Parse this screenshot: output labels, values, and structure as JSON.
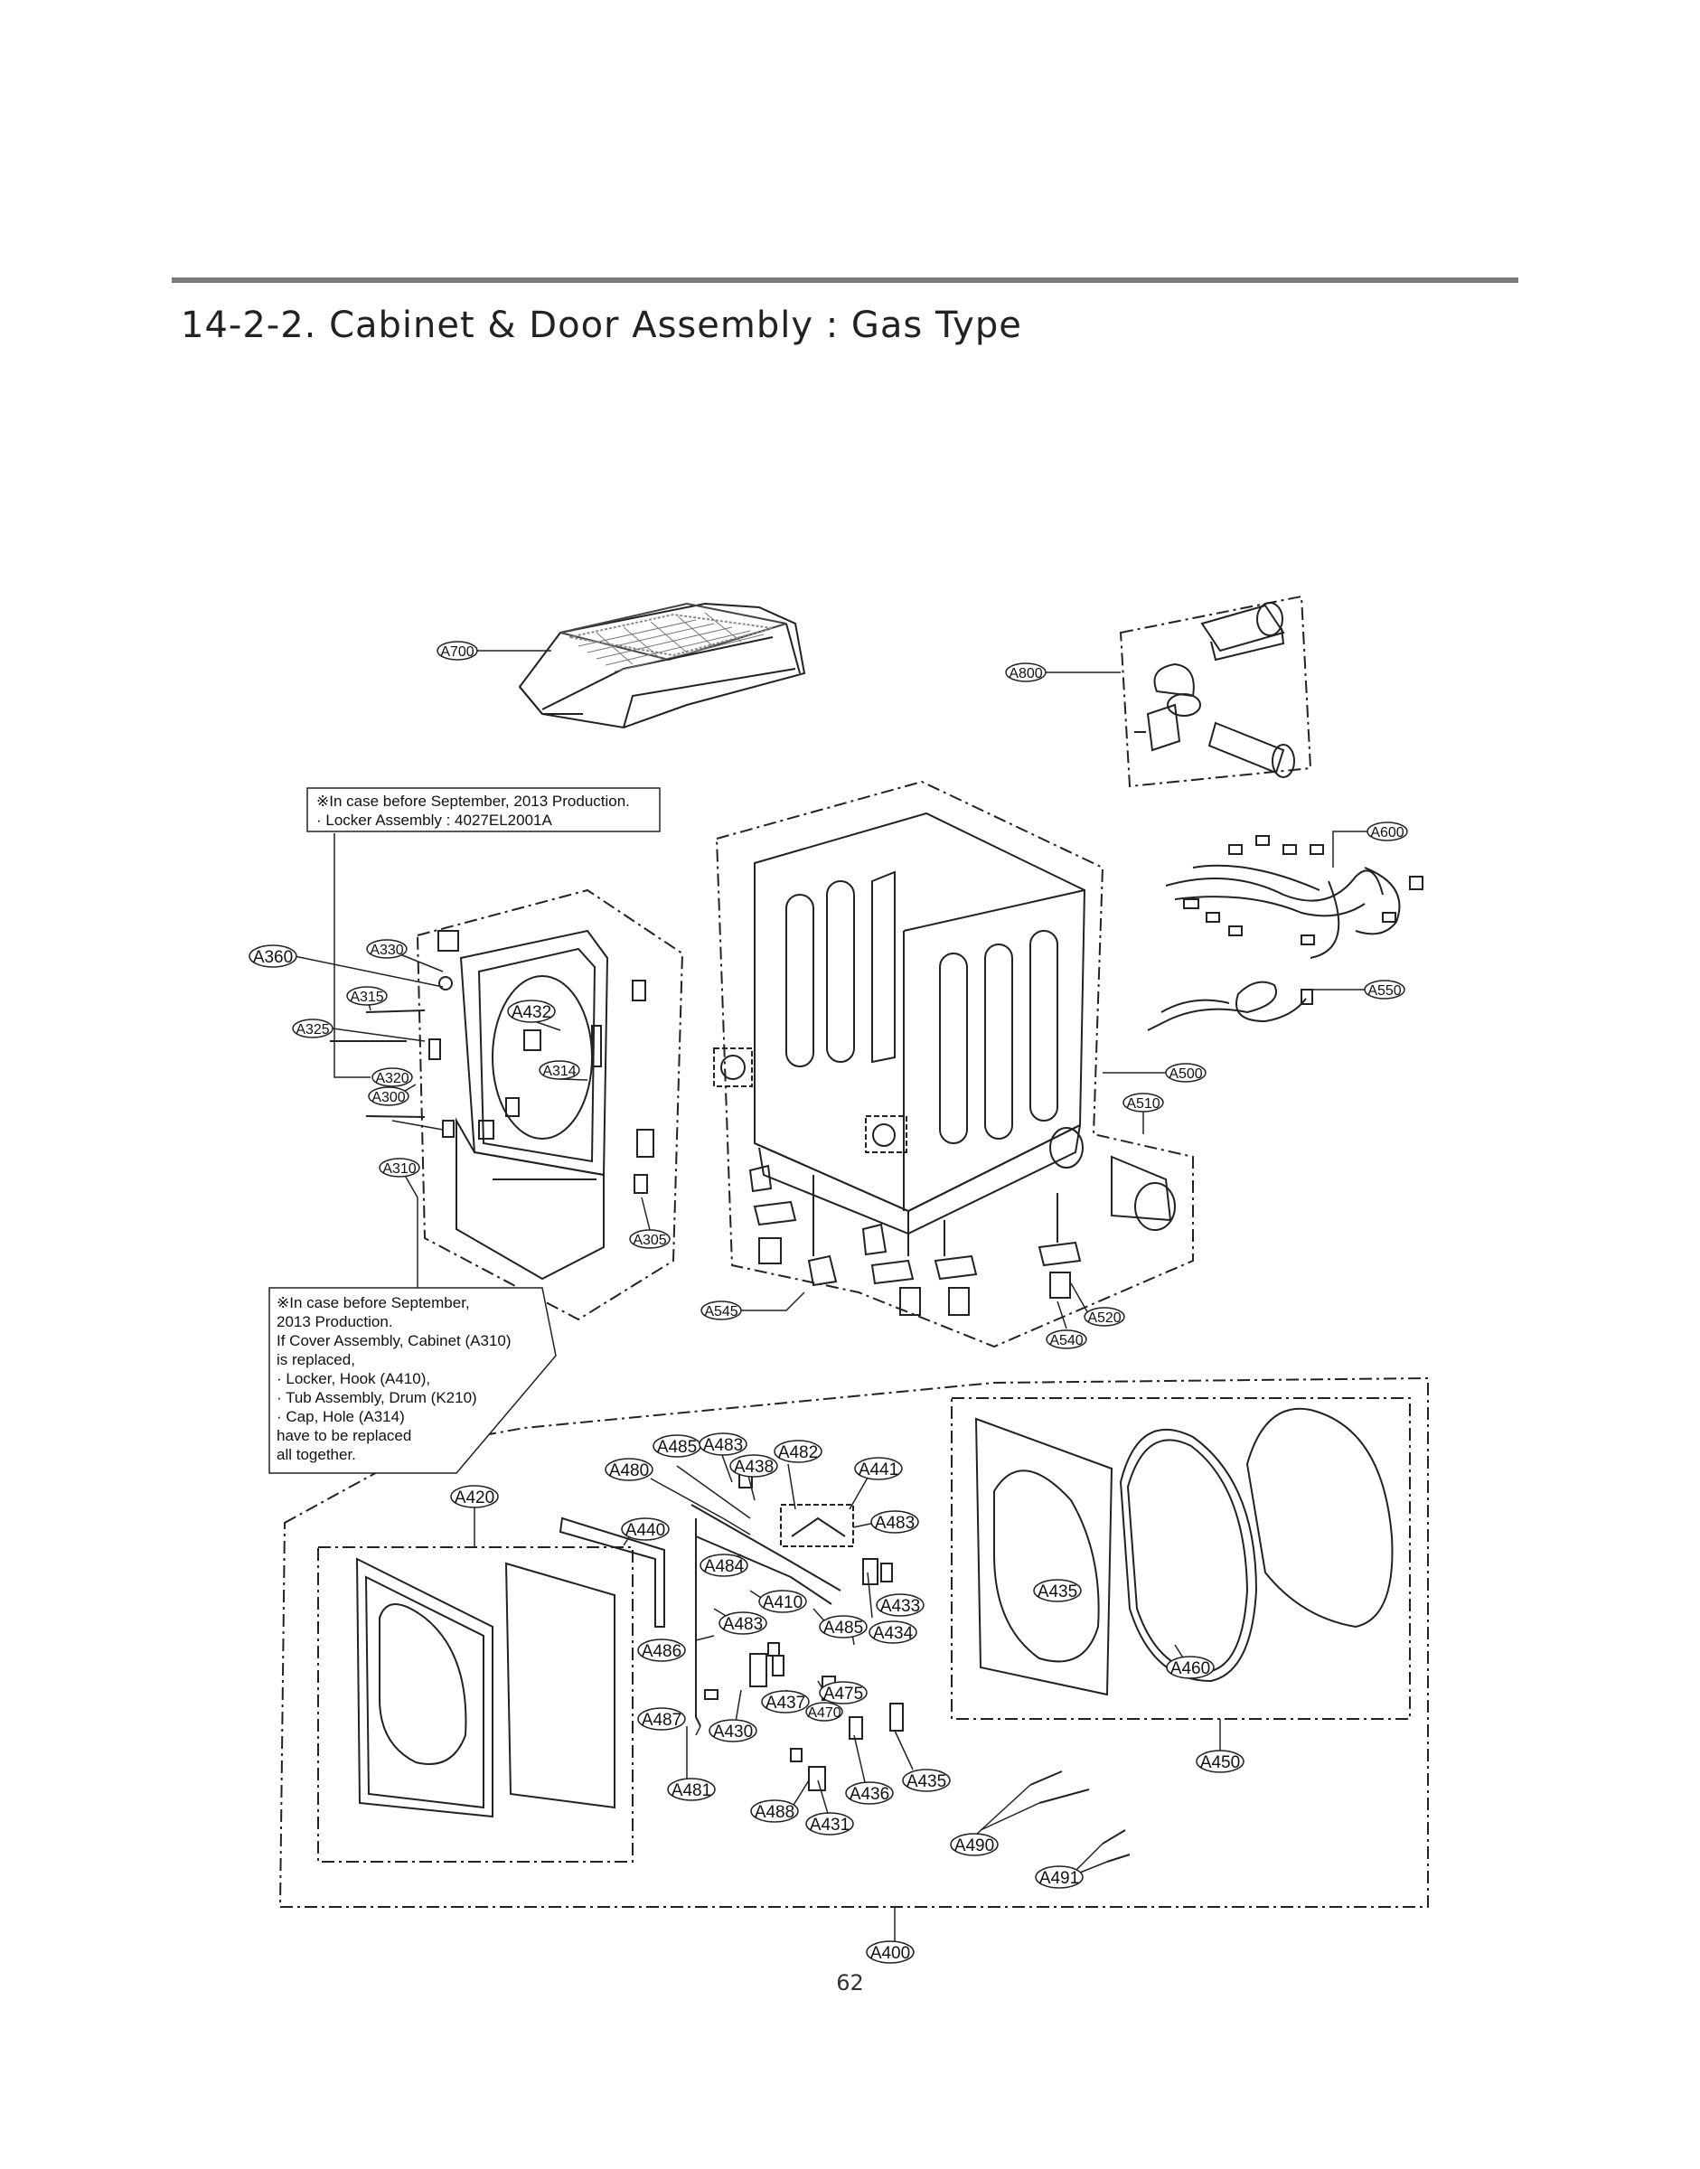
{
  "section_title": "14-2-2. Cabinet & Door Assembly : Gas Type",
  "page_number": "62",
  "notes": {
    "locker_note": {
      "line1": "※In case before September, 2013 Production.",
      "line2": "· Locker Assembly : 4027EL2001A"
    },
    "cover_note": {
      "lines": [
        "※In case before September,",
        "2013 Production.",
        "If Cover Assembly, Cabinet (A310)",
        "is replaced,",
        "· Locker, Hook (A410),",
        "· Tub Assembly, Drum (K210)",
        "· Cap, Hole (A314)",
        "have to be replaced",
        "all together."
      ]
    }
  },
  "part_labels": {
    "A700": "A700",
    "A800": "A800",
    "A600": "A600",
    "A550": "A550",
    "A500": "A500",
    "A510": "A510",
    "A520": "A520",
    "A540": "A540",
    "A545": "A545",
    "A360": "A360",
    "A330": "A330",
    "A315": "A315",
    "A325": "A325",
    "A320": "A320",
    "A300": "A300",
    "A310": "A310",
    "A305": "A305",
    "A314": "A314",
    "A432": "A432",
    "A420": "A420",
    "A440": "A440",
    "A480": "A480",
    "A485a": "A485",
    "A483a": "A483",
    "A438": "A438",
    "A482": "A482",
    "A441": "A441",
    "A483b": "A483",
    "A484": "A484",
    "A410": "A410",
    "A433": "A433",
    "A483c": "A483",
    "A485b": "A485",
    "A434": "A434",
    "A486": "A486",
    "A437": "A437",
    "A475": "A475",
    "A470": "A470",
    "A487": "A487",
    "A430": "A430",
    "A481": "A481",
    "A488": "A488",
    "A431": "A431",
    "A436": "A436",
    "A435a": "A435",
    "A435b": "A435",
    "A460": "A460",
    "A450": "A450",
    "A490": "A490",
    "A491": "A491",
    "A400": "A400"
  }
}
